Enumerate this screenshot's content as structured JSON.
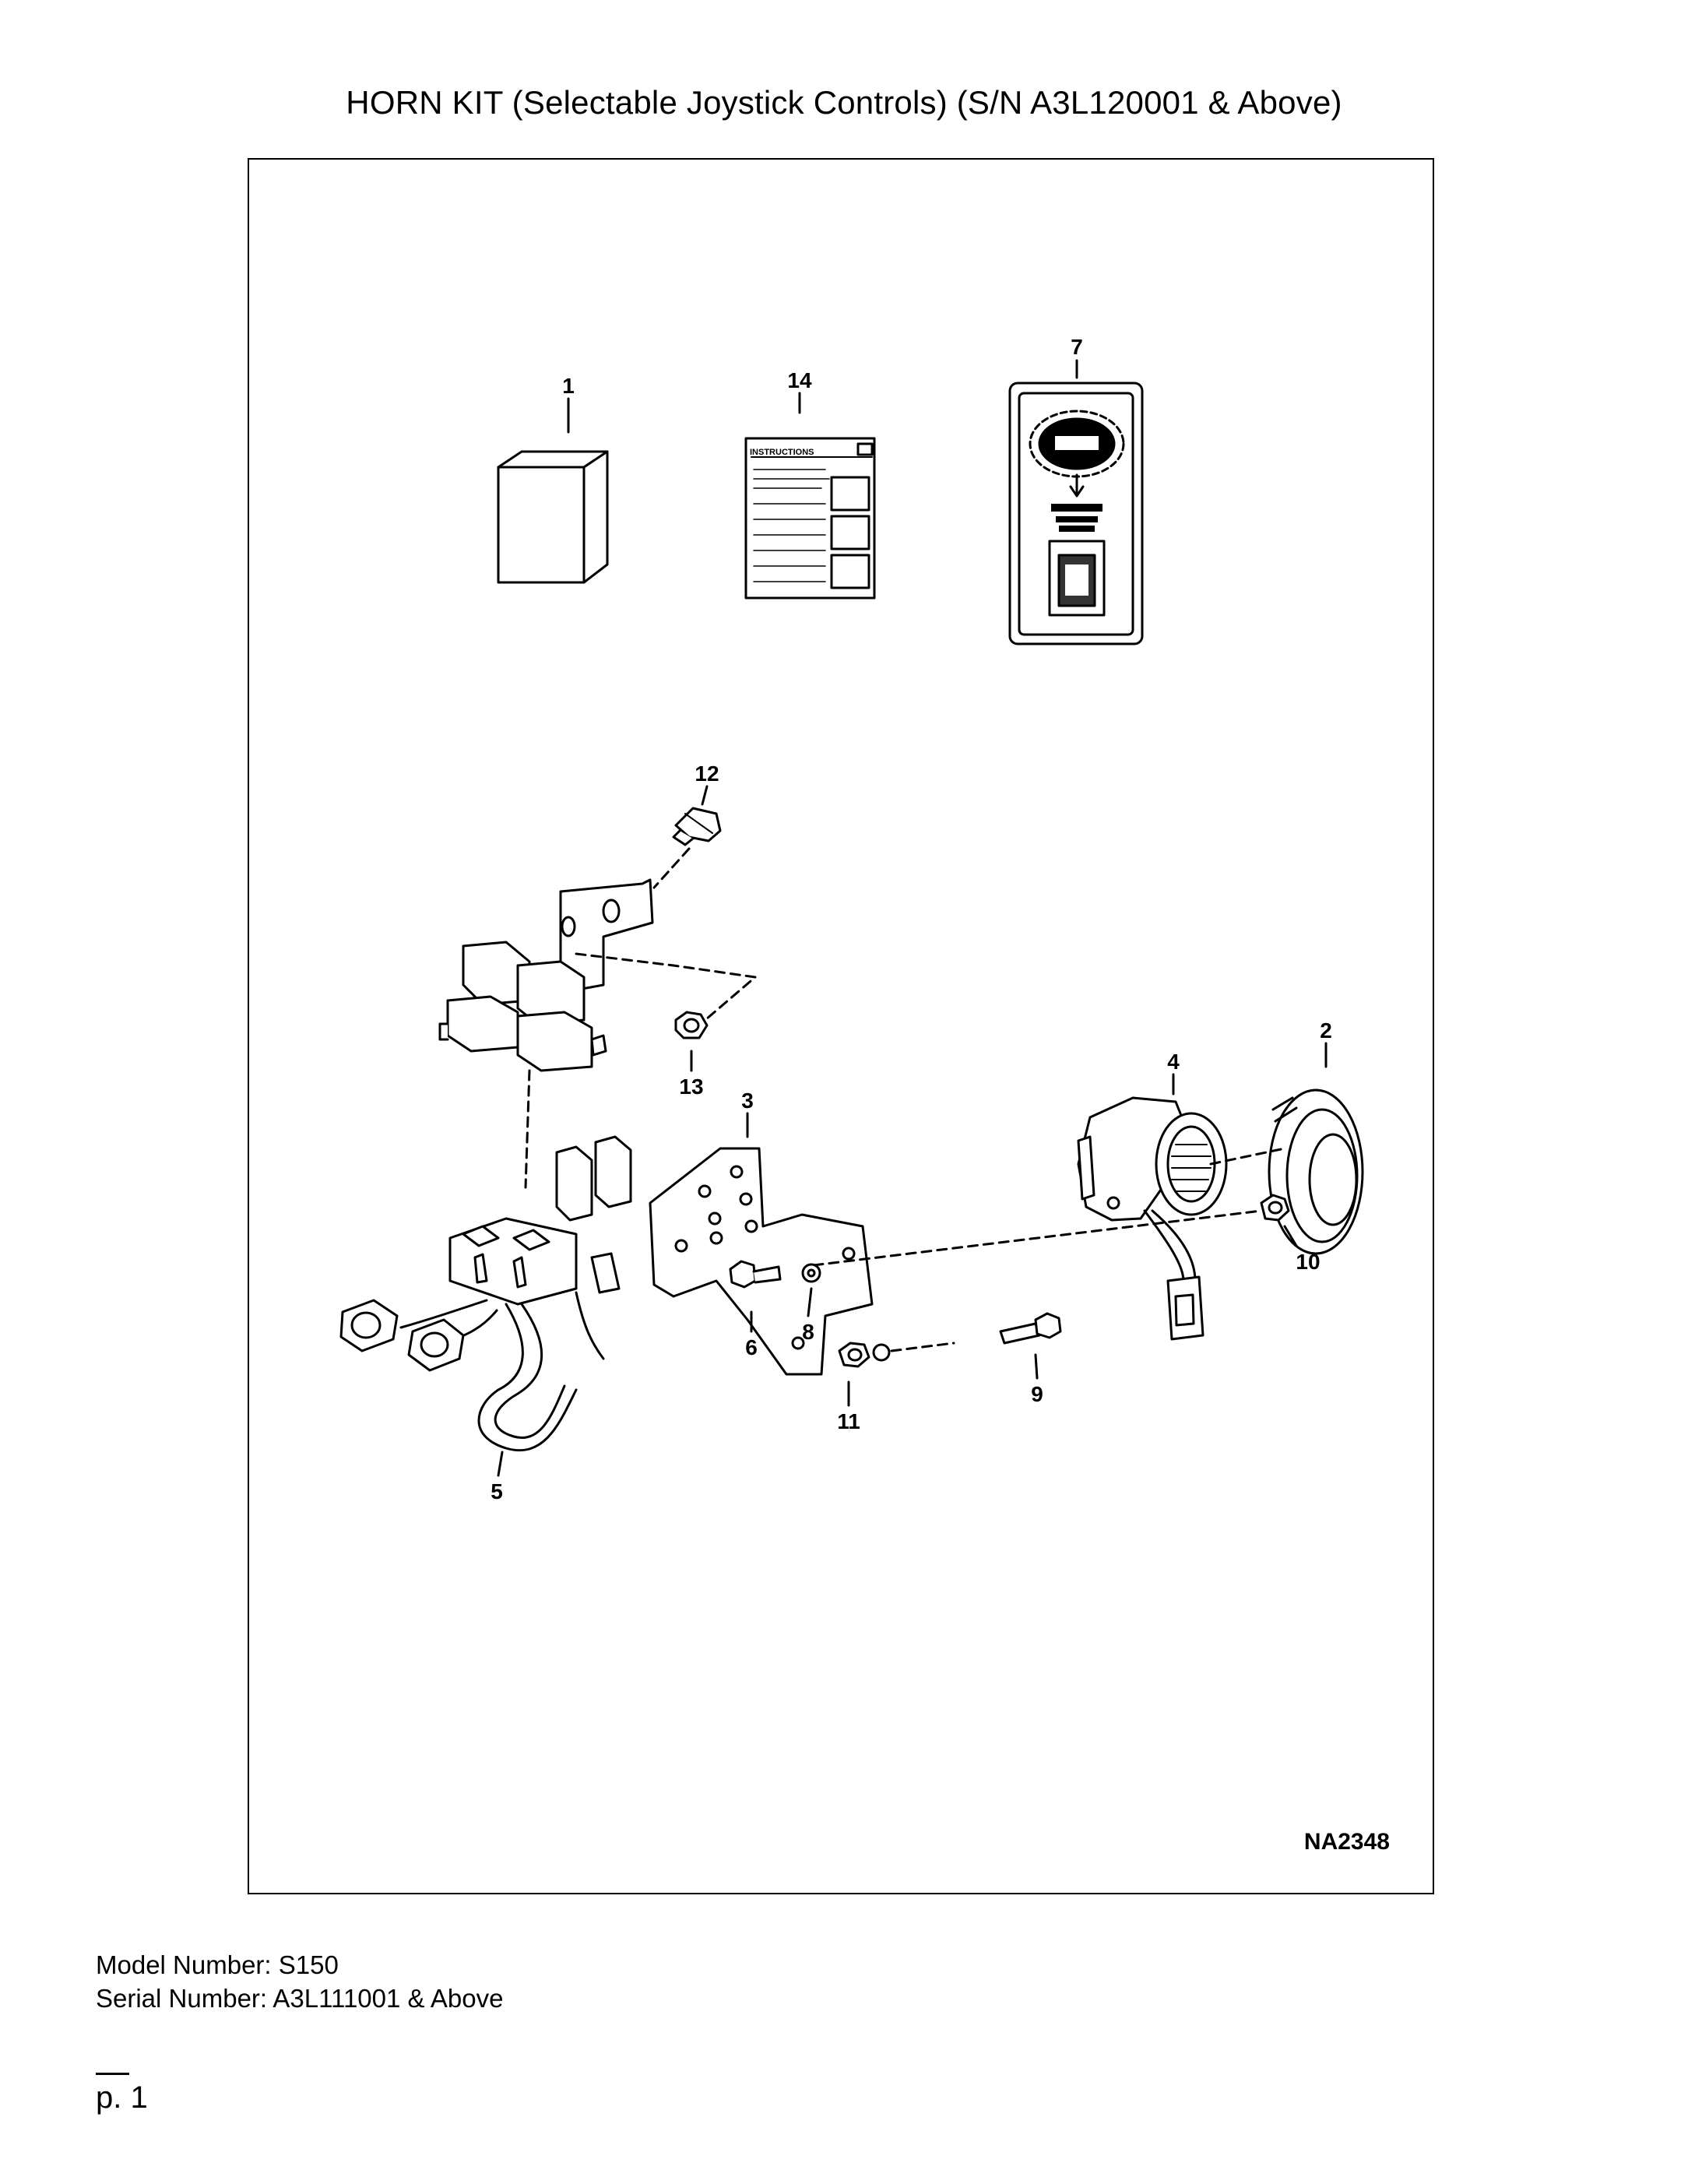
{
  "header": {
    "title": "HORN KIT (Selectable Joystick Controls) (S/N A3L120001 & Above)"
  },
  "diagram": {
    "drawing_number": "NA2348",
    "callouts": [
      "1",
      "14",
      "7",
      "12",
      "13",
      "3",
      "4",
      "2",
      "10",
      "6",
      "8",
      "9",
      "11",
      "5"
    ],
    "instructions_label": "INSTRUCTIONS"
  },
  "footer": {
    "model_number": "Model Number: S150",
    "serial_number": "Serial Number: A3L111001 & Above",
    "page": "p. 1"
  }
}
